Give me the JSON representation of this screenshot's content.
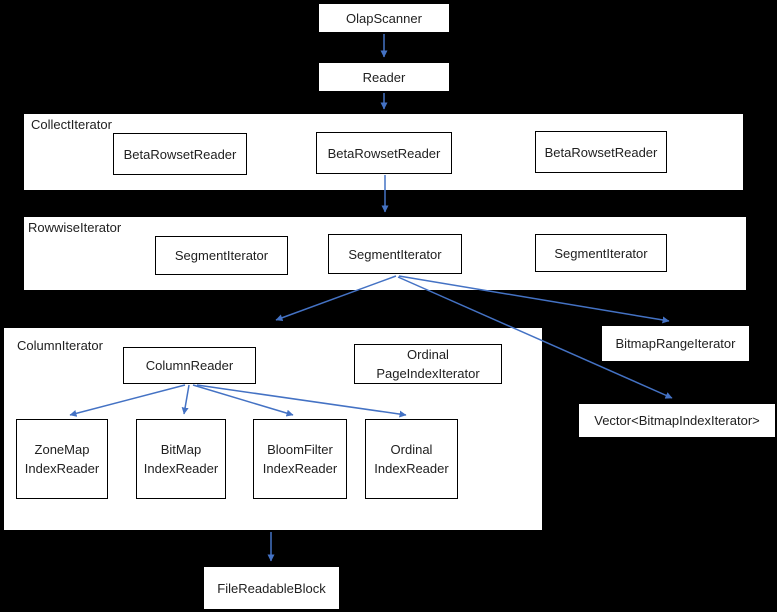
{
  "diagram": {
    "colors": {
      "background": "#000000",
      "box_fill": "#ffffff",
      "box_border": "#000000",
      "arrow": "#4472C4",
      "text": "#212121"
    },
    "nodes": {
      "olap_scanner": "OlapScanner",
      "reader": "Reader",
      "collect_iterator": "CollectIterator",
      "beta_rowset_reader_1": "BetaRowsetReader",
      "beta_rowset_reader_2": "BetaRowsetReader",
      "beta_rowset_reader_3": "BetaRowsetReader",
      "rowwise_iterator": "RowwiseIterator",
      "segment_iterator_1": "SegmentIterator",
      "segment_iterator_2": "SegmentIterator",
      "segment_iterator_3": "SegmentIterator",
      "column_iterator": "ColumnIterator",
      "column_reader": "ColumnReader",
      "ordinal_page_index_iterator": "Ordinal\nPageIndexIterator",
      "zone_map_index_reader": "ZoneMap\nIndexReader",
      "bitmap_index_reader": "BitMap\nIndexReader",
      "bloom_filter_index_reader": "BloomFilter\nIndexReader",
      "ordinal_index_reader": "Ordinal\nIndexReader",
      "bitmap_range_iterator": "BitmapRangeIterator",
      "vector_bitmap_index_iterator": "Vector<BitmapIndexIterator>",
      "file_readable_block": "FileReadableBlock"
    },
    "edges": [
      {
        "from": "olap_scanner",
        "to": "reader"
      },
      {
        "from": "reader",
        "to": "collect_iterator"
      },
      {
        "from": "beta_rowset_reader_2",
        "to": "rowwise_iterator"
      },
      {
        "from": "segment_iterator_2",
        "to": "column_iterator"
      },
      {
        "from": "segment_iterator_2",
        "to": "bitmap_range_iterator"
      },
      {
        "from": "segment_iterator_2",
        "to": "vector_bitmap_index_iterator"
      },
      {
        "from": "column_reader",
        "to": "zone_map_index_reader"
      },
      {
        "from": "column_reader",
        "to": "bitmap_index_reader"
      },
      {
        "from": "column_reader",
        "to": "bloom_filter_index_reader"
      },
      {
        "from": "column_reader",
        "to": "ordinal_index_reader"
      },
      {
        "from": "column_iterator",
        "to": "file_readable_block"
      }
    ]
  }
}
